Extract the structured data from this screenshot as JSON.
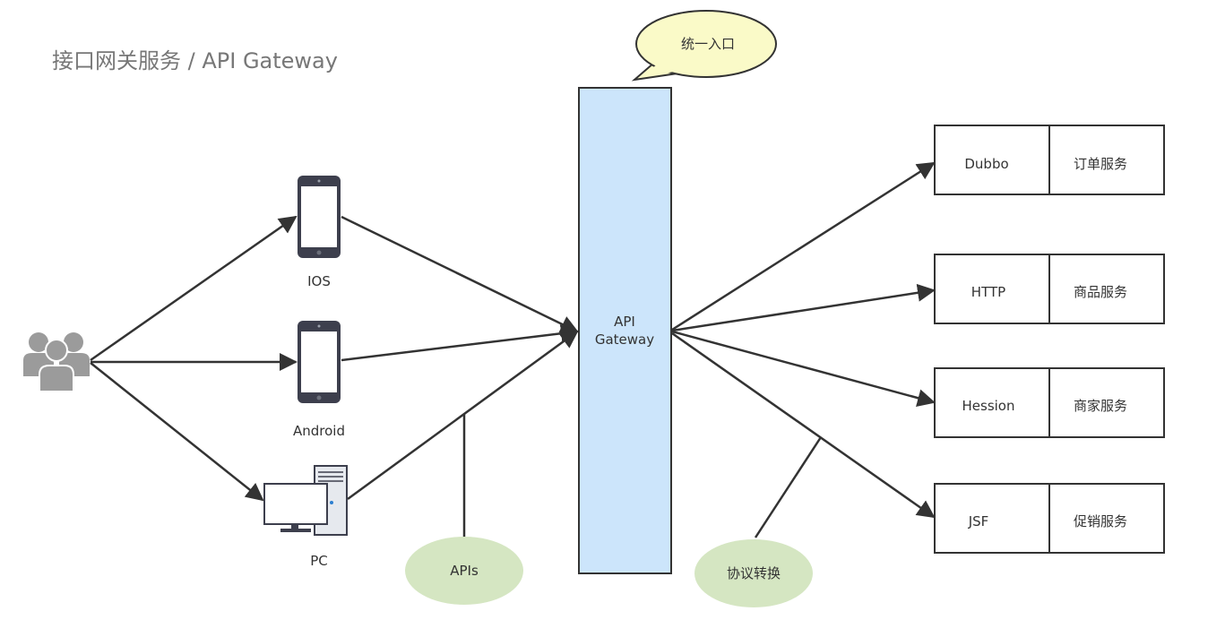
{
  "title": "接口网关服务 / API Gateway",
  "callout": {
    "text": "统一入口",
    "fill": "#fafac8",
    "stroke": "#333333"
  },
  "gateway": {
    "line1": "API",
    "line2": "Gateway",
    "fill": "#cce5fb",
    "stroke": "#333333"
  },
  "clients": {
    "users_icon": "users-group-icon",
    "ios": {
      "label": "IOS",
      "icon": "mobile-phone-icon"
    },
    "android": {
      "label": "Android",
      "icon": "mobile-phone-icon"
    },
    "pc": {
      "label": "PC",
      "icon": "desktop-computer-icon"
    }
  },
  "notes": {
    "apis": "APIs",
    "protocol": "协议转换",
    "fill": "#d5e6c2"
  },
  "services": [
    {
      "protocol": "Dubbo",
      "name": "订单服务"
    },
    {
      "protocol": "HTTP",
      "name": "商品服务"
    },
    {
      "protocol": "Hession",
      "name": "商家服务"
    },
    {
      "protocol": "JSF",
      "name": "促销服务"
    }
  ],
  "colors": {
    "line": "#333333",
    "icon_gray": "#9b9b9b",
    "device_dark": "#3d3f4d"
  }
}
